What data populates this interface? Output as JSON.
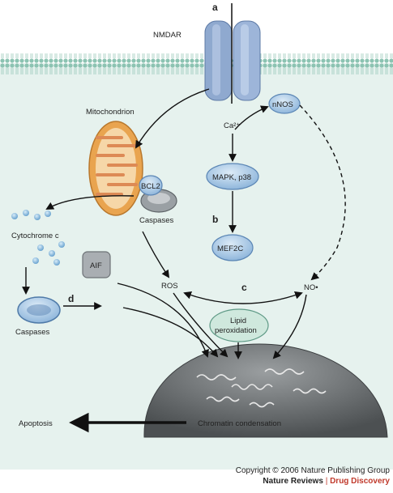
{
  "panels": {
    "a": "a",
    "b": "b",
    "c": "c",
    "d": "d"
  },
  "labels": {
    "nmdar": "NMDAR",
    "mitochondrion": "Mitochondrion",
    "nnos": "nNOS",
    "calcium": "Ca²⁺",
    "mapk": "MAPK, p38",
    "mef2c": "MEF2C",
    "bcl2": "BCL2",
    "caspases_top": "Caspases",
    "cytochrome_c": "Cytochrome c",
    "aif": "AIF",
    "ros": "ROS",
    "no": "NO•",
    "caspases_left": "Caspases",
    "lipid_line1": "Lipid",
    "lipid_line2": "peroxidation",
    "chromatin": "Chromatin condensation",
    "apoptosis": "Apoptosis"
  },
  "footer": {
    "copyright": "Copyright © 2006 Nature Publishing Group",
    "journal": "Nature Reviews",
    "separator": "|",
    "section": "Drug Discovery"
  },
  "colors": {
    "background": "#e2f0ec",
    "membrane": "#7cb9a8",
    "receptor": "#8fa9cf",
    "mito_outer": "#e9a44f",
    "mito_inner": "#f6d7a8",
    "node_fill": "#a9c9e3",
    "node_stroke": "#5b86b5",
    "nucleus": "#6f7375",
    "lipid_fill": "#cfe8dd",
    "arrow": "#111111"
  }
}
